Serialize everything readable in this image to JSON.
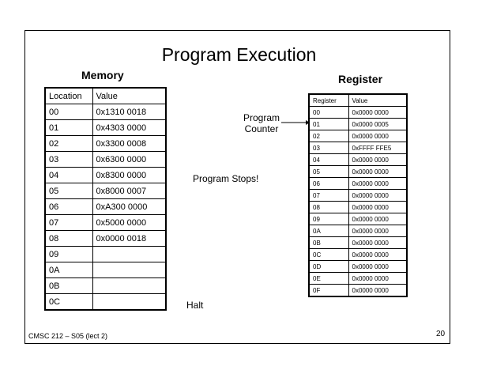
{
  "slide": {
    "title": "Program Execution",
    "footer_left": "CMSC 212 – S05 (lect 2)",
    "page_number": "20"
  },
  "memory": {
    "heading": "Memory",
    "columns": [
      "Location",
      "Value"
    ],
    "rows": [
      {
        "location": "00",
        "value": "0x1310 0018"
      },
      {
        "location": "01",
        "value": "0x4303 0000"
      },
      {
        "location": "02",
        "value": "0x3300 0008"
      },
      {
        "location": "03",
        "value": "0x6300 0000"
      },
      {
        "location": "04",
        "value": "0x8300 0000"
      },
      {
        "location": "05",
        "value": "0x8000 0007"
      },
      {
        "location": "06",
        "value": "0xA300 0000"
      },
      {
        "location": "07",
        "value": "0x5000 0000"
      },
      {
        "location": "08",
        "value": "0x0000 0018"
      },
      {
        "location": "09",
        "value": ""
      },
      {
        "location": "0A",
        "value": ""
      },
      {
        "location": "0B",
        "value": ""
      },
      {
        "location": "0C",
        "value": ""
      }
    ]
  },
  "register": {
    "heading": "Register",
    "columns": [
      "Register",
      "Value"
    ],
    "rows": [
      {
        "register": "00",
        "value": "0x0000 0000"
      },
      {
        "register": "01",
        "value": "0x0000 0005"
      },
      {
        "register": "02",
        "value": "0x0000 0000"
      },
      {
        "register": "03",
        "value": "0xFFFF FFE5"
      },
      {
        "register": "04",
        "value": "0x0000 0000"
      },
      {
        "register": "05",
        "value": "0x0000 0000"
      },
      {
        "register": "06",
        "value": "0x0000 0000"
      },
      {
        "register": "07",
        "value": "0x0000 0000"
      },
      {
        "register": "08",
        "value": "0x0000 0000"
      },
      {
        "register": "09",
        "value": "0x0000 0000"
      },
      {
        "register": "0A",
        "value": "0x0000 0000"
      },
      {
        "register": "0B",
        "value": "0x0000 0000"
      },
      {
        "register": "0C",
        "value": "0x0000 0000"
      },
      {
        "register": "0D",
        "value": "0x0000 0000"
      },
      {
        "register": "0E",
        "value": "0x0000 0000"
      },
      {
        "register": "0F",
        "value": "0x0000 0000"
      }
    ]
  },
  "annotations": {
    "program_counter_line1": "Program",
    "program_counter_line2": "Counter",
    "program_stops": "Program Stops!",
    "halt": "Halt"
  }
}
